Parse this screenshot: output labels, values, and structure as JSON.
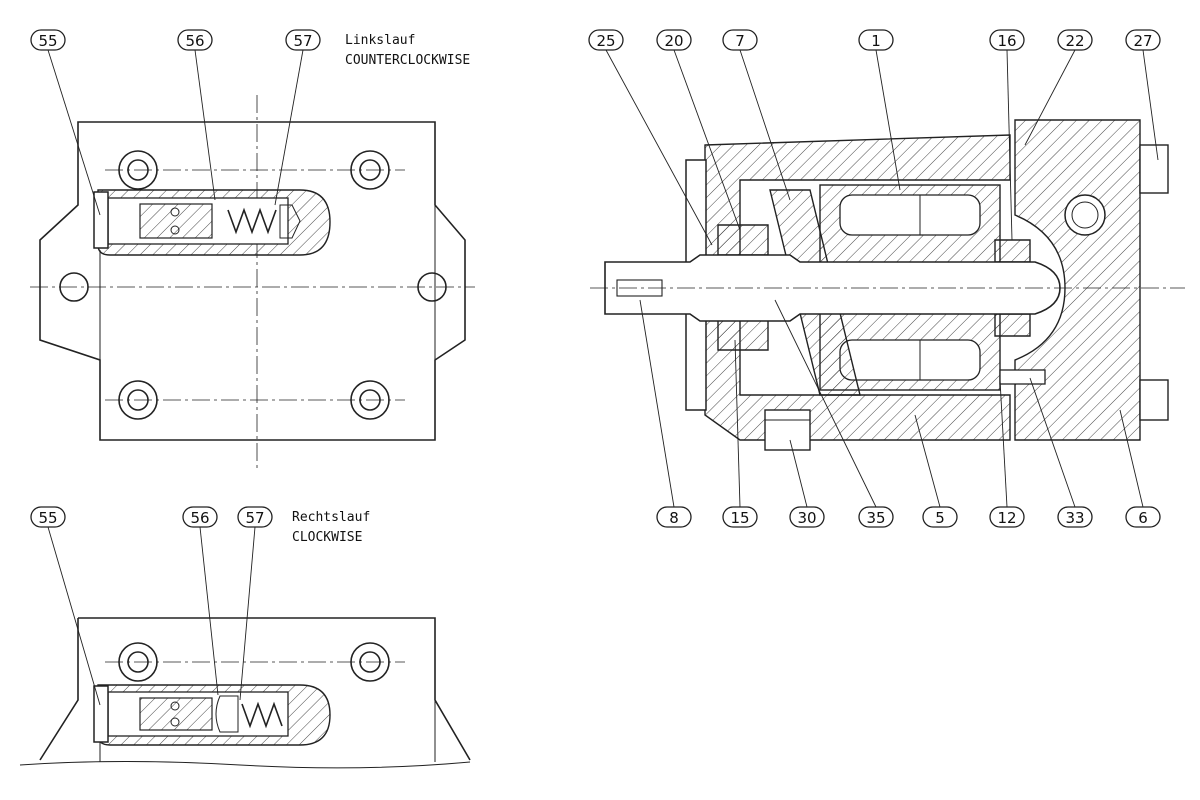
{
  "views": {
    "ccw": {
      "line1": "Linkslauf",
      "line2": "COUNTERCLOCKWISE"
    },
    "cw": {
      "line1": "Rechtslauf",
      "line2": "CLOCKWISE"
    }
  },
  "callouts": {
    "ccw": [
      "55",
      "56",
      "57"
    ],
    "cw": [
      "55",
      "56",
      "57"
    ],
    "section_top": [
      "25",
      "20",
      "7",
      "1",
      "16",
      "22",
      "27"
    ],
    "section_bottom": [
      "8",
      "15",
      "30",
      "35",
      "5",
      "12",
      "33",
      "6"
    ]
  }
}
